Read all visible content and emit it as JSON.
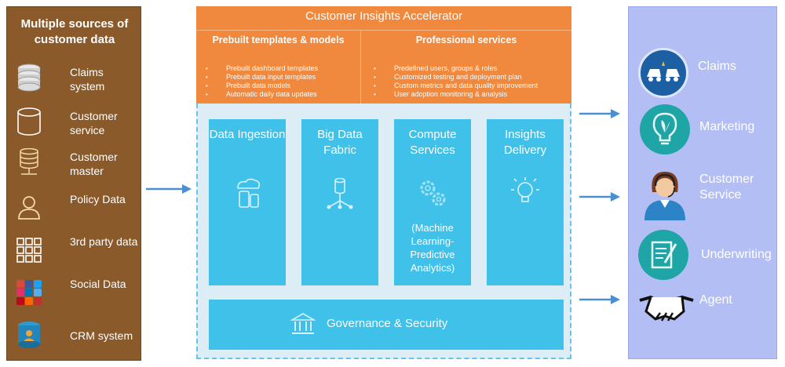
{
  "sources": {
    "title": "Multiple sources of customer data",
    "items": [
      {
        "label": "Claims system",
        "icon": "database-icon"
      },
      {
        "label": "Customer service",
        "icon": "cylinder-icon"
      },
      {
        "label": "Customer master",
        "icon": "server-stack-icon"
      },
      {
        "label": "Policy Data",
        "icon": "person-icon"
      },
      {
        "label": "3rd party data",
        "icon": "grid-icon"
      },
      {
        "label": "Social Data",
        "icon": "social-media-icon"
      },
      {
        "label": "CRM system",
        "icon": "crm-database-icon"
      }
    ]
  },
  "accelerator": {
    "title": "Customer Insights Accelerator",
    "left_heading": "Prebuilt templates & models",
    "right_heading": "Professional services",
    "left_bullets": [
      "Prebuilt dashboard templates",
      "Prebuilt data input templates",
      "Prebuilt data models",
      "Automatic daily data updates"
    ],
    "right_bullets": [
      "Predefined users, groups & roles",
      "Customized testing and deployment plan",
      "Custom metrics and data quality improvement",
      "User adoption monitoring & analysis"
    ]
  },
  "services": [
    {
      "title": "Data Ingestion",
      "icon": "cloud-devices-icon",
      "subtitle": ""
    },
    {
      "title": "Big Data Fabric",
      "icon": "data-hub-icon",
      "subtitle": ""
    },
    {
      "title": "Compute Services",
      "icon": "gears-icon",
      "subtitle": "(Machine Learning-Predictive Analytics)"
    },
    {
      "title": "Insights Delivery",
      "icon": "lightbulb-icon",
      "subtitle": ""
    }
  ],
  "governance": {
    "label": "Governance & Security",
    "icon": "building-icon"
  },
  "outcomes": [
    {
      "label": "Claims",
      "icon": "car-crash-icon"
    },
    {
      "label": "Marketing",
      "icon": "lightbulb-plant-icon"
    },
    {
      "label": "Customer Service",
      "icon": "headset-agent-icon"
    },
    {
      "label": "Underwriting",
      "icon": "document-pen-icon"
    },
    {
      "label": "Agent",
      "icon": "handshake-icon"
    }
  ],
  "colors": {
    "sources_panel": "#8b5a2b",
    "accelerator_header": "#f0883e",
    "service_box": "#3fc1ea",
    "body_background": "#dcedf6",
    "outcomes_panel": "#b3bff4",
    "arrow": "#4a90d0"
  }
}
